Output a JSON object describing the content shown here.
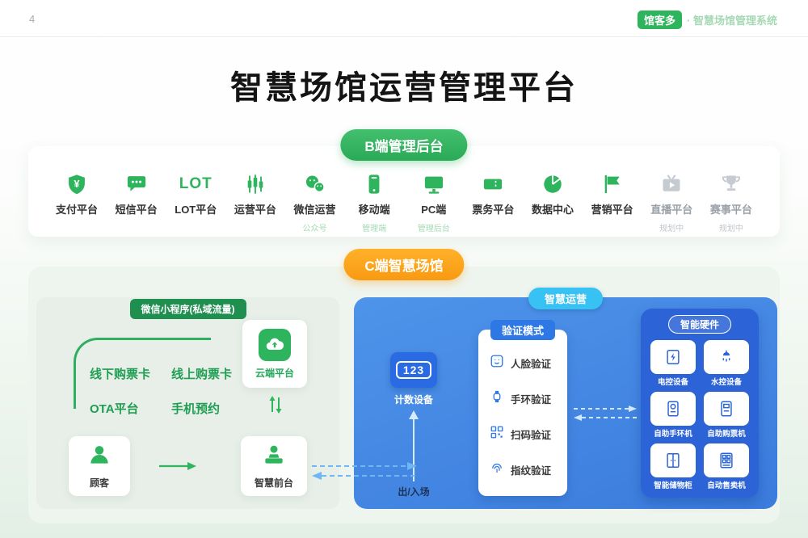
{
  "page_number": "4",
  "header": {
    "logo": "馆客多",
    "subtitle": "· 智慧场馆管理系统"
  },
  "title": "智慧场馆运营管理平台",
  "b_panel": {
    "badge": "B端管理后台",
    "items": [
      {
        "label": "支付平台",
        "icon": "payment-shield-icon",
        "sub": ""
      },
      {
        "label": "短信平台",
        "icon": "sms-bubble-icon",
        "sub": ""
      },
      {
        "label": "LOT平台",
        "icon": "lot-text-icon",
        "icon_text": "LOT",
        "sub": ""
      },
      {
        "label": "运营平台",
        "icon": "candlestick-chart-icon",
        "sub": ""
      },
      {
        "label": "微信运营",
        "icon": "wechat-icon",
        "sub": "公众号"
      },
      {
        "label": "移动端",
        "icon": "mobile-phone-icon",
        "sub": "管理端"
      },
      {
        "label": "PC端",
        "icon": "desktop-monitor-icon",
        "sub": "管理后台"
      },
      {
        "label": "票务平台",
        "icon": "ticket-icon",
        "sub": ""
      },
      {
        "label": "数据中心",
        "icon": "pie-chart-icon",
        "sub": ""
      },
      {
        "label": "营销平台",
        "icon": "flag-icon",
        "sub": ""
      },
      {
        "label": "直播平台",
        "icon": "live-tv-icon",
        "sub": "规划中",
        "planned": true
      },
      {
        "label": "赛事平台",
        "icon": "trophy-icon",
        "sub": "规划中",
        "planned": true
      }
    ]
  },
  "c_panel": {
    "badge": "C端智慧场馆",
    "wechat": {
      "badge": "微信小程序(私域流量)",
      "channels": [
        "线下购票卡",
        "线上购票卡",
        "OTA平台",
        "手机预约"
      ],
      "cloud_label": "云端平台",
      "customer_label": "顾客",
      "frontdesk_label": "智慧前台"
    },
    "smart": {
      "badge": "智慧运营",
      "counter_digits": "123",
      "counter_label": "计数设备",
      "gate_label": "出/入场",
      "verify": {
        "title": "验证模式",
        "items": [
          {
            "label": "人脸验证",
            "icon": "face-icon"
          },
          {
            "label": "手环验证",
            "icon": "wristband-icon"
          },
          {
            "label": "扫码验证",
            "icon": "qr-code-icon"
          },
          {
            "label": "指纹验证",
            "icon": "fingerprint-icon"
          }
        ]
      },
      "hardware": {
        "title": "智能硬件",
        "items": [
          {
            "label": "电控设备",
            "icon": "power-control-icon"
          },
          {
            "label": "水控设备",
            "icon": "water-control-icon"
          },
          {
            "label": "自助手环机",
            "icon": "wristband-kiosk-icon"
          },
          {
            "label": "自助购票机",
            "icon": "ticket-kiosk-icon"
          },
          {
            "label": "智能储物柜",
            "icon": "smart-locker-icon"
          },
          {
            "label": "自动售卖机",
            "icon": "vending-machine-icon"
          }
        ]
      }
    }
  },
  "colors": {
    "brand_green": "#2fb45e",
    "badge_orange": "#f99d17",
    "panel_blue": "#4389e5",
    "hardware_blue": "#2c63d6",
    "smart_badge_cyan": "#38c2f3",
    "verify_blue": "#2e78e6"
  }
}
